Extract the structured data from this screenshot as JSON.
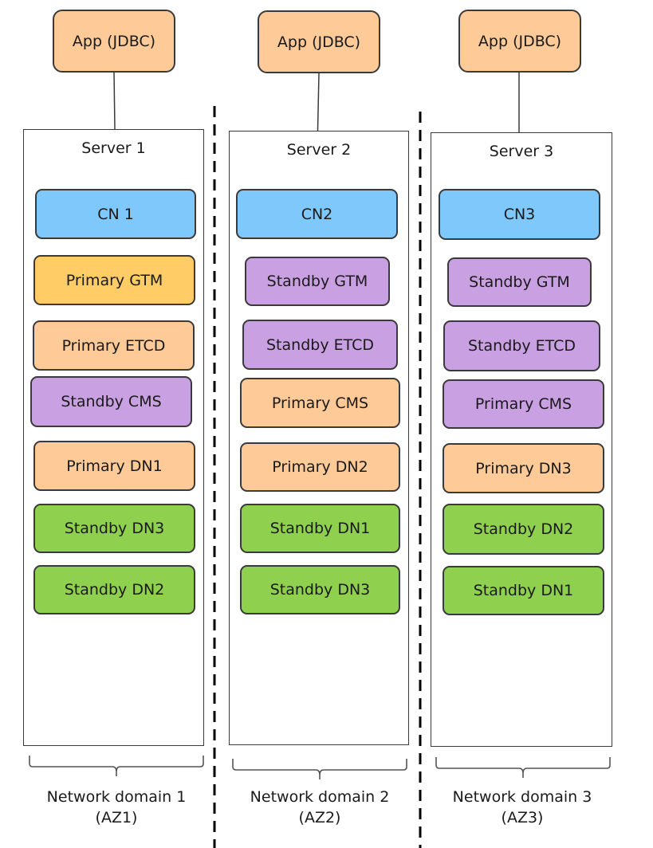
{
  "colors": {
    "app": "#fdca98",
    "cn": "#7ec8fc",
    "primary_gtm": "#ffcc66",
    "primary": "#fdca98",
    "standby_purple": "#c9a0e2",
    "standby_dn": "#8fd14f",
    "border": "#3a3a3a"
  },
  "domains": [
    {
      "app_label": "App (JDBC)",
      "server_label": "Server 1",
      "domain_line1": "Network domain 1",
      "domain_line2": "(AZ1)",
      "nodes": [
        {
          "label": "CN 1",
          "color": "#7ec8fc"
        },
        {
          "label": "Primary GTM",
          "color": "#ffcc66"
        },
        {
          "label": "Primary ETCD",
          "color": "#fdca98"
        },
        {
          "label": "Standby CMS",
          "color": "#c9a0e2"
        },
        {
          "label": "Primary DN1",
          "color": "#fdca98"
        },
        {
          "label": "Standby DN3",
          "color": "#8fd14f"
        },
        {
          "label": "Standby DN2",
          "color": "#8fd14f"
        }
      ]
    },
    {
      "app_label": "App (JDBC)",
      "server_label": "Server 2",
      "domain_line1": "Network domain 2",
      "domain_line2": "(AZ2)",
      "nodes": [
        {
          "label": "CN2",
          "color": "#7ec8fc"
        },
        {
          "label": "Standby GTM",
          "color": "#c9a0e2"
        },
        {
          "label": "Standby ETCD",
          "color": "#c9a0e2"
        },
        {
          "label": "Primary CMS",
          "color": "#fdca98"
        },
        {
          "label": "Primary DN2",
          "color": "#fdca98"
        },
        {
          "label": "Standby DN1",
          "color": "#8fd14f"
        },
        {
          "label": "Standby DN3",
          "color": "#8fd14f"
        }
      ]
    },
    {
      "app_label": "App (JDBC)",
      "server_label": "Server 3",
      "domain_line1": "Network domain 3",
      "domain_line2": "(AZ3)",
      "nodes": [
        {
          "label": "CN3",
          "color": "#7ec8fc"
        },
        {
          "label": "Standby GTM",
          "color": "#c9a0e2"
        },
        {
          "label": "Standby ETCD",
          "color": "#c9a0e2"
        },
        {
          "label": "Primary CMS",
          "color": "#c9a0e2"
        },
        {
          "label": "Primary DN3",
          "color": "#fdca98"
        },
        {
          "label": "Standby DN2",
          "color": "#8fd14f"
        },
        {
          "label": "Standby DN1",
          "color": "#8fd14f"
        }
      ]
    }
  ]
}
